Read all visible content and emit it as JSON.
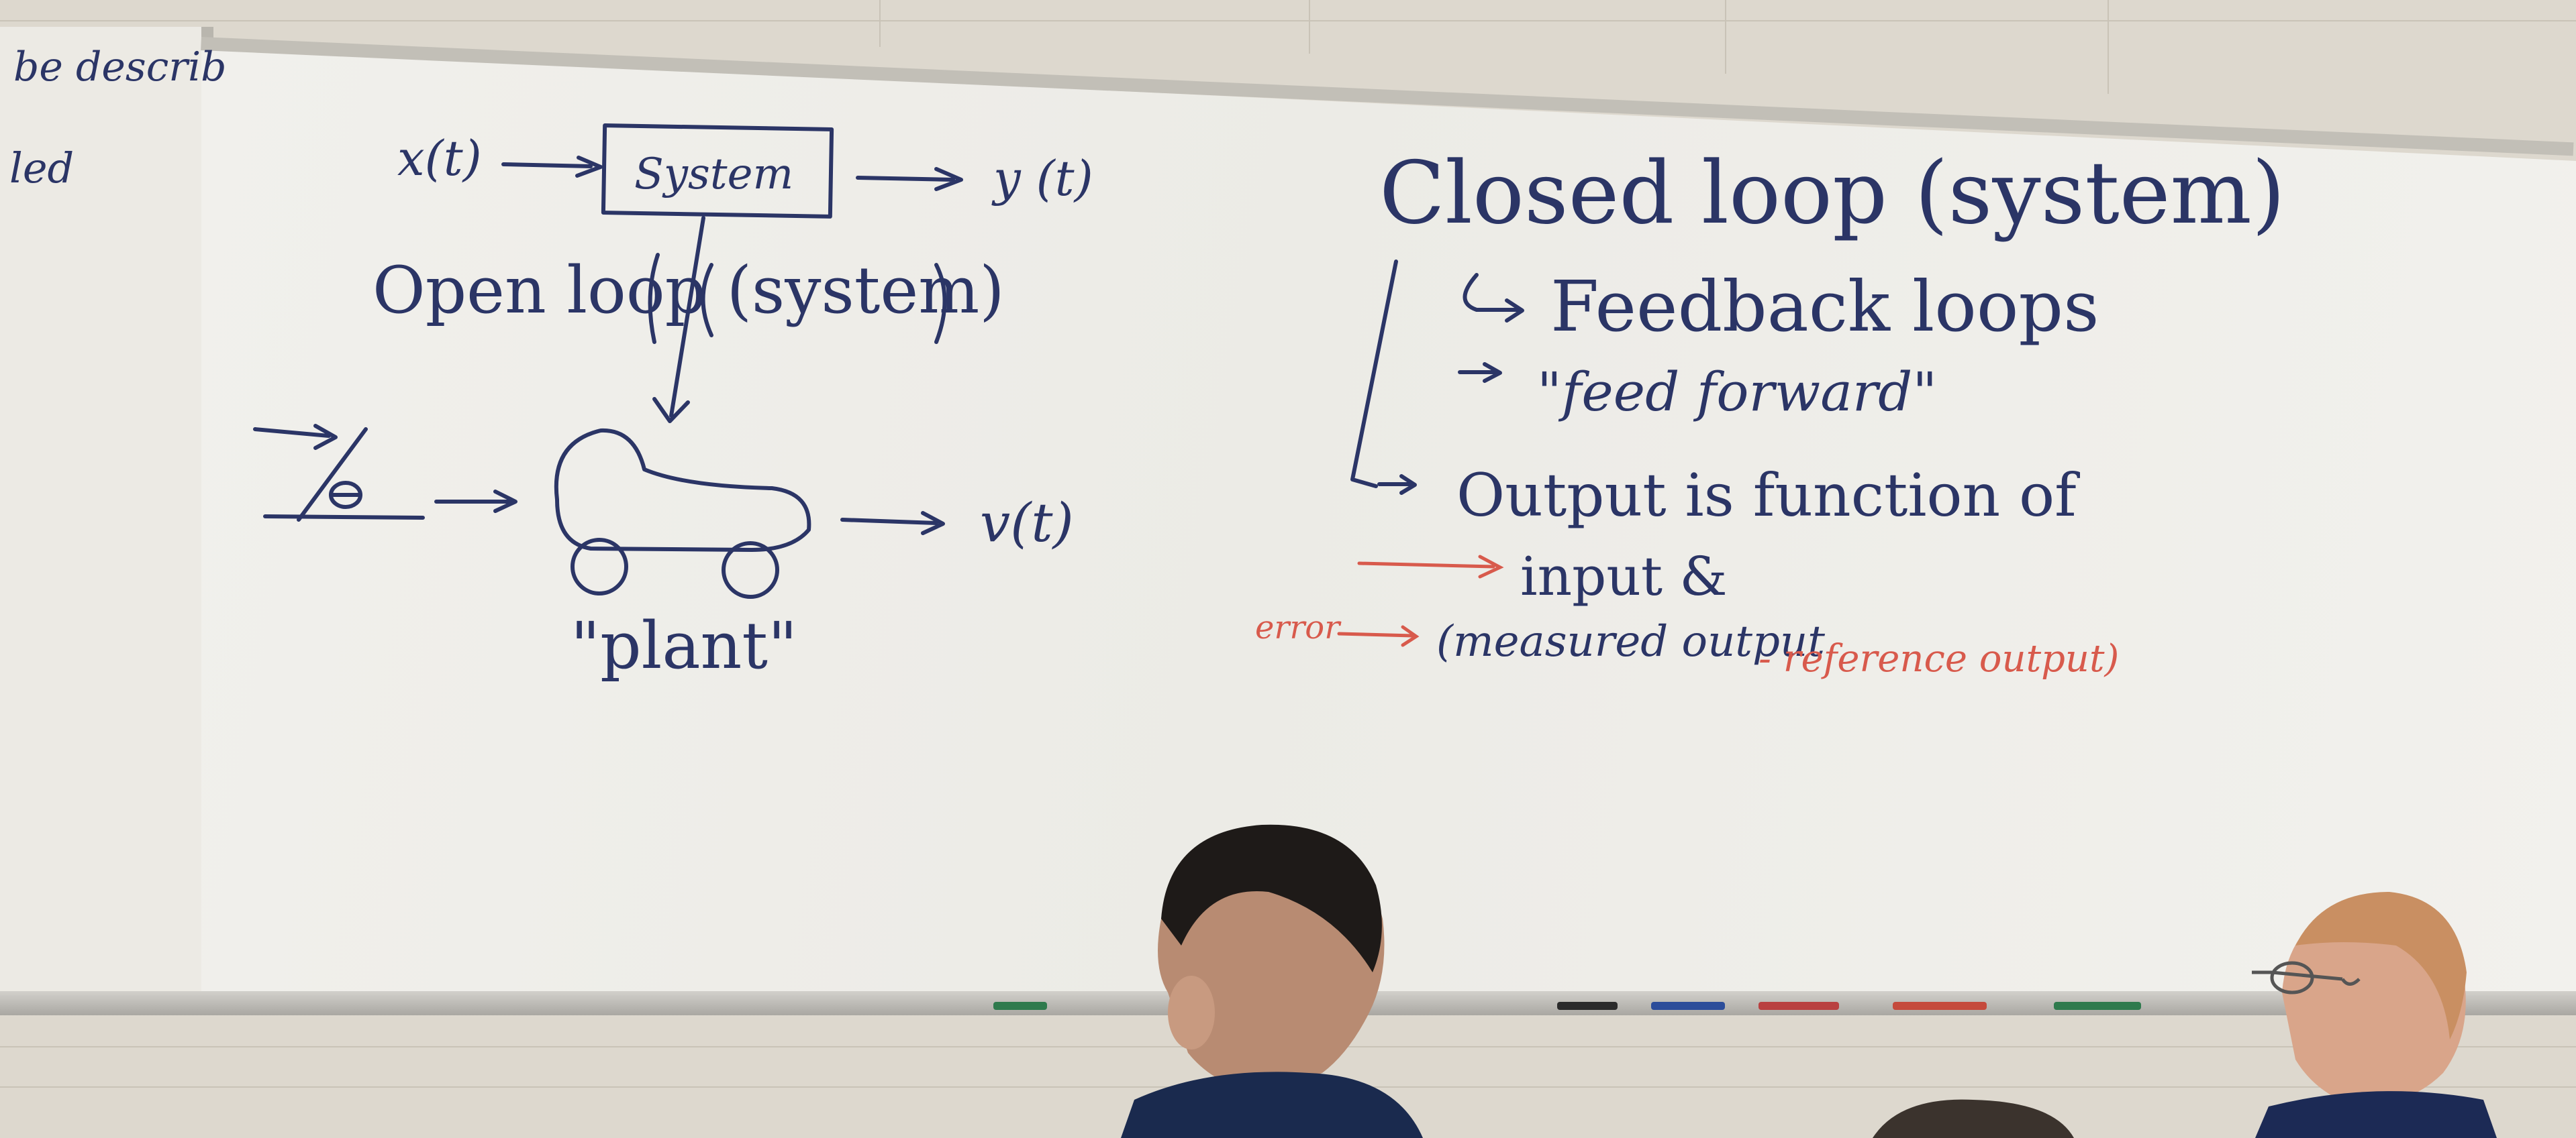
{
  "board": {
    "left_panel": {
      "line1": "be describ",
      "line2": "led"
    },
    "system_diagram": {
      "input": "x(t)",
      "box": "System",
      "output": "y (t)"
    },
    "open_loop": "Open loop (system)",
    "plant_label": "\"plant\"",
    "plant_output": "v(t)",
    "closed_loop": {
      "title": "Closed loop (system)",
      "feedback": "Feedback loops",
      "feed_forward": "\"feed forward\"",
      "output_fn": "Output is function of",
      "input_amp": "input &",
      "error_label": "error",
      "error_expr_a": "(measured output",
      "error_expr_b": "- reference output)"
    }
  },
  "colors": {
    "ink_blue": "#2b3566",
    "ink_red": "#d85a4c",
    "board": "#eeede9",
    "wall": "#ddd8ce"
  }
}
